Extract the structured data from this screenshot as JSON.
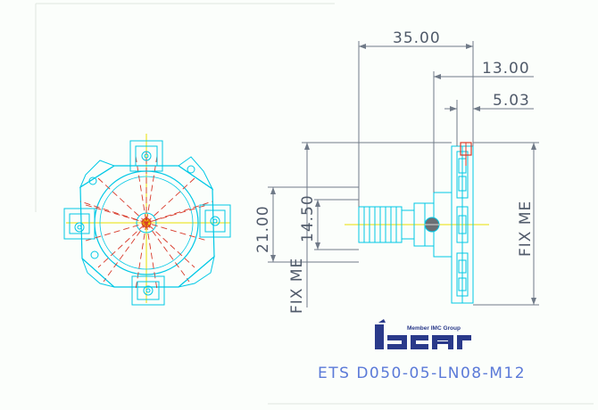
{
  "drawing": {
    "dimensions": {
      "overall_length": "35.00",
      "flange_to_end": "13.00",
      "insert_width": "5.03",
      "shank_diameter": "21.00",
      "thread_diameter": "14.50",
      "left_fix": "FIX ME",
      "right_fix": "FIX ME"
    },
    "logo": {
      "tagline": "Member IMC Group",
      "brand": "Iscar"
    },
    "model_number": "ETS D050-05-LN08-M12",
    "colors": {
      "geometry": "#00c8e6",
      "centerlines": "#d83a2a",
      "axes": "#e8e000",
      "dimension_lines": "#707a88",
      "model_text": "#5b7ad8"
    }
  }
}
